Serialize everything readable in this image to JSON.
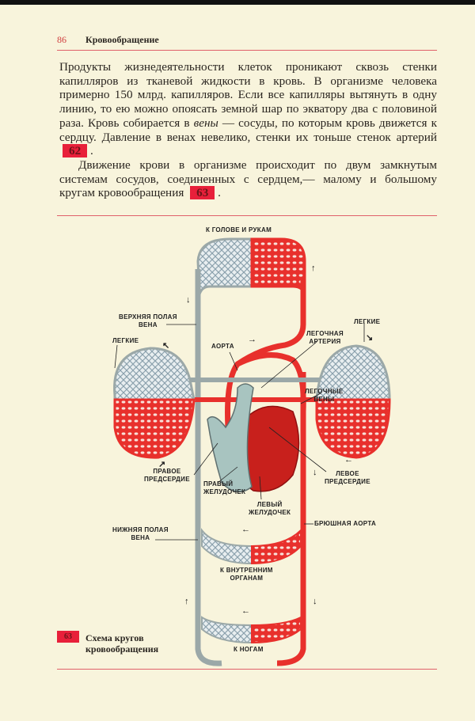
{
  "header": {
    "page_number": "86",
    "running_title": "Кровообращение"
  },
  "body": {
    "p1_before_italic": "Продукты жизнедеятельности клеток проникают сквозь стенки капилляров из тканевой жидкости в кровь. В организме человека примерно 150 млрд. капилляров. Если все капилляры вытянуть в одну линию, то ею можно опоясать земной шар по экватору два с половиной раза. Кровь собирается в ",
    "p1_italic": "вены",
    "p1_after_italic": " — сосуды, по которым кровь движется к сердцу. Давление в венах невелико, стенки их тоньше стенок артерий",
    "p1_ref": "62",
    "p1_end": ".",
    "p2": "Движение крови в организме происходит по двум замкнутым системам сосудов, соединенных с сердцем,— малому и большому кругам кровообращения",
    "p2_ref": "63",
    "p2_end": "."
  },
  "figure": {
    "labels": {
      "head": "К ГОЛОВЕ И РУКАМ",
      "svc": "ВЕРХНЯЯ ПОЛАЯ\nВЕНА",
      "lungs_left": "ЛЕГКИЕ",
      "lungs_right": "ЛЕГКИЕ",
      "aorta": "АОРТА",
      "pulm_artery": "ЛЕГОЧНАЯ\nАРТЕРИЯ",
      "pulm_veins": "ЛЕГОЧНЫЕ\nВЕНЫ",
      "right_atrium": "ПРАВОЕ\nПРЕДСЕРДИЕ",
      "right_ventricle": "ПРАВЫЙ\nЖЕЛУДОЧЕК",
      "left_ventricle": "ЛЕВЫЙ\nЖЕЛУДОЧЕК",
      "left_atrium": "ЛЕВОЕ\nПРЕДСЕРДИЕ",
      "ivc": "НИЖНЯЯ ПОЛАЯ\nВЕНА",
      "abd_aorta": "БРЮШНАЯ АОРТА",
      "organs": "К ВНУТРЕННИМ\nОРГАНАМ",
      "legs": "К НОГАМ"
    },
    "caption_number": "63",
    "caption": "Схема кругов\nкровообращения",
    "colors": {
      "artery": "#e8302c",
      "vein": "#9ba8a8",
      "badge": "#e8203a"
    }
  }
}
